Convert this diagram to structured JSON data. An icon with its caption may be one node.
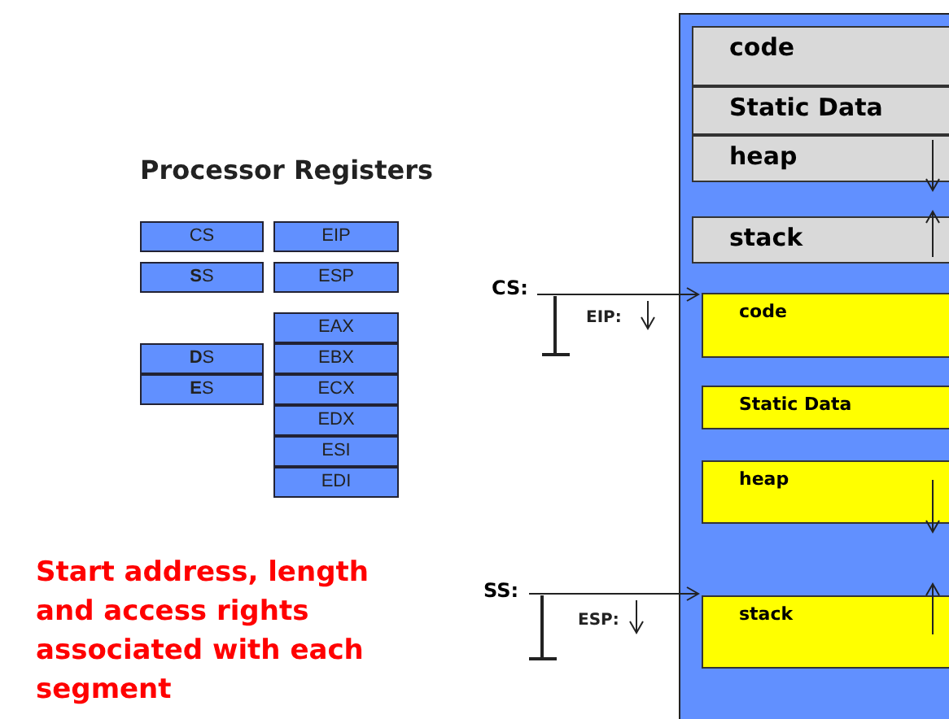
{
  "diagram": {
    "nodes": [
      {
        "text": [],
        "shape": "box"
      },
      {
        "text": [
          "code"
        ],
        "in": 0
      },
      {
        "text": [
          "Static Data"
        ],
        "in": 0
      },
      {
        "text": [
          "heap"
        ],
        "in": 0
      },
      {
        "text": [
          "stack"
        ],
        "in": 0
      },
      {
        "text": [
          "CS"
        ]
      },
      {
        "text": [
          "EIP"
        ]
      },
      {
        "text": [
          "**S**S"
        ]
      },
      {
        "text": [
          "ESP"
        ]
      },
      {
        "text": [
          "EAX"
        ]
      },
      {
        "text": [
          "**D**S"
        ]
      },
      {
        "text": [
          "EBX"
        ]
      },
      {
        "text": [
          "**E**S"
        ]
      },
      {
        "text": [
          "ECX"
        ]
      },
      {
        "text": [
          "EDX"
        ]
      },
      {
        "text": [
          "ESI"
        ]
      },
      {
        "text": [
          "EDI"
        ]
      },
      {
        "text": [
          "CS:"
        ]
      },
      {
        "text": [
          "code"
        ],
        "in": 0
      },
      {
        "text": [
          "Static Data"
        ],
        "in": 0
      },
      {
        "text": [
          "heap"
        ],
        "in": 0
      },
      {
        "text": [
          "SS:"
        ]
      },
      {
        "text": [
          "stack"
        ],
        "in": 0
      }
    ],
    "edges": [
      {
        "from": 17,
        "to": 18,
        "arrow": "to"
      },
      {
        "from": 21,
        "to": 22,
        "arrow": "to"
      }
    ],
    "labels": [
      "Processor Registers",
      "EIP:",
      "ESP:",
      "Start address, length and access rights associated with each segment"
    ]
  }
}
